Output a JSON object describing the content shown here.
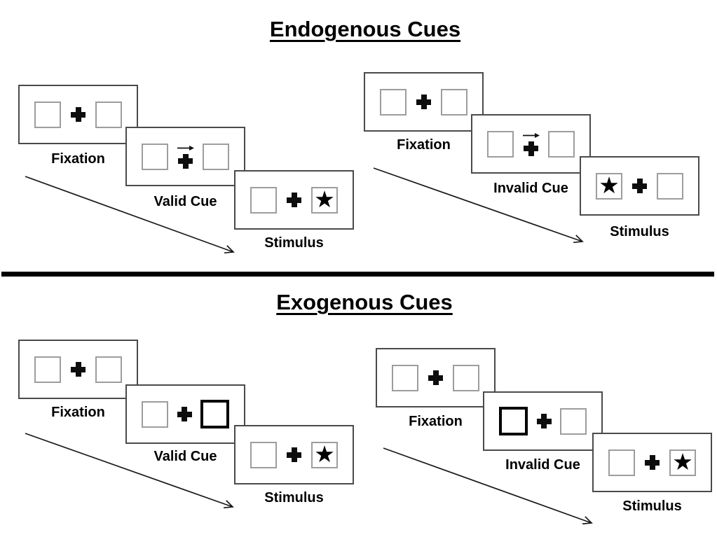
{
  "sections": [
    {
      "title": "Endogenous Cues",
      "groups": [
        {
          "condition": "valid",
          "panels": [
            {
              "label": "Fixation",
              "type": "fixation"
            },
            {
              "label": "Valid Cue",
              "type": "cue",
              "cue_kind": "central-arrow-right"
            },
            {
              "label": "Stimulus",
              "type": "stimulus",
              "star_side": "right"
            }
          ]
        },
        {
          "condition": "invalid",
          "panels": [
            {
              "label": "Fixation",
              "type": "fixation"
            },
            {
              "label": "Invalid Cue",
              "type": "cue",
              "cue_kind": "central-arrow-right"
            },
            {
              "label": "Stimulus",
              "type": "stimulus",
              "star_side": "left"
            }
          ]
        }
      ]
    },
    {
      "title": "Exogenous Cues",
      "groups": [
        {
          "condition": "valid",
          "panels": [
            {
              "label": "Fixation",
              "type": "fixation"
            },
            {
              "label": "Valid Cue",
              "type": "cue",
              "cue_kind": "peripheral-thick-box-right"
            },
            {
              "label": "Stimulus",
              "type": "stimulus",
              "star_side": "right"
            }
          ]
        },
        {
          "condition": "invalid",
          "panels": [
            {
              "label": "Fixation",
              "type": "fixation"
            },
            {
              "label": "Invalid Cue",
              "type": "cue",
              "cue_kind": "peripheral-thick-box-left"
            },
            {
              "label": "Stimulus",
              "type": "stimulus",
              "star_side": "right"
            }
          ]
        }
      ]
    }
  ],
  "glyphs": {
    "star": "★",
    "fixation_cross": "+",
    "cue_arrow": "→"
  },
  "colors": {
    "ink": "#000000",
    "panel_border": "#4a4a4a",
    "box_border": "#9d9d9d",
    "background": "#ffffff"
  }
}
